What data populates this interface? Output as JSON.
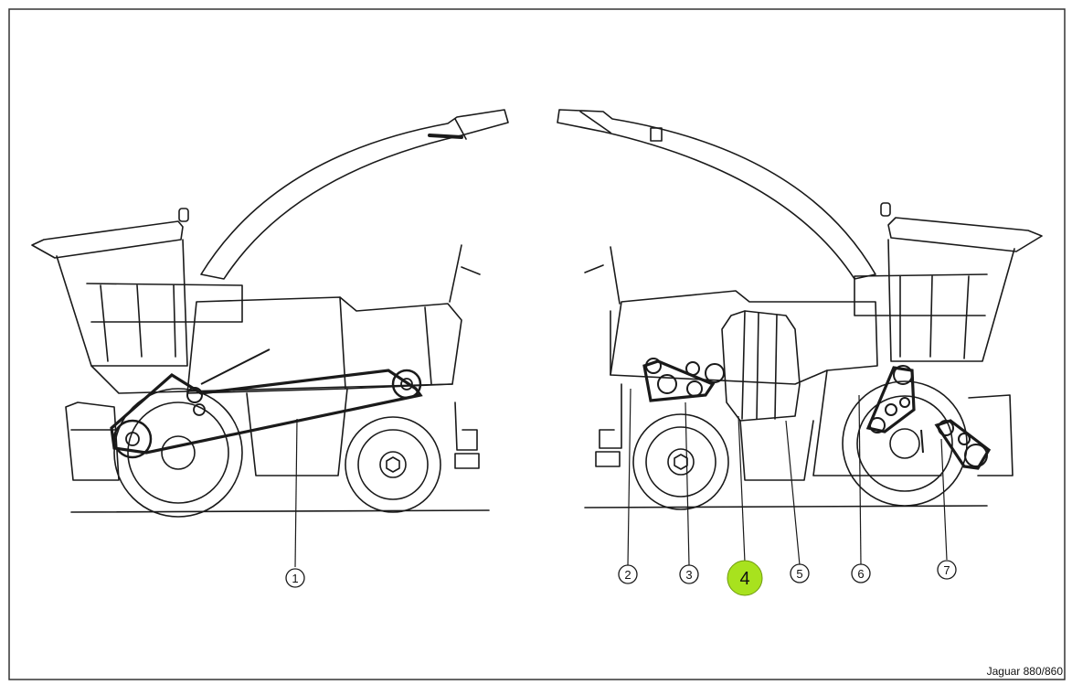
{
  "caption": "Jaguar 880/860",
  "callouts": [
    {
      "label": "1",
      "highlight": false
    },
    {
      "label": "2",
      "highlight": false
    },
    {
      "label": "3",
      "highlight": false
    },
    {
      "label": "4",
      "highlight": true
    },
    {
      "label": "5",
      "highlight": false
    },
    {
      "label": "6",
      "highlight": false
    },
    {
      "label": "7",
      "highlight": false
    }
  ],
  "colors": {
    "line": "#1a1a1a",
    "highlight": "#a8e21e",
    "background": "#ffffff"
  }
}
